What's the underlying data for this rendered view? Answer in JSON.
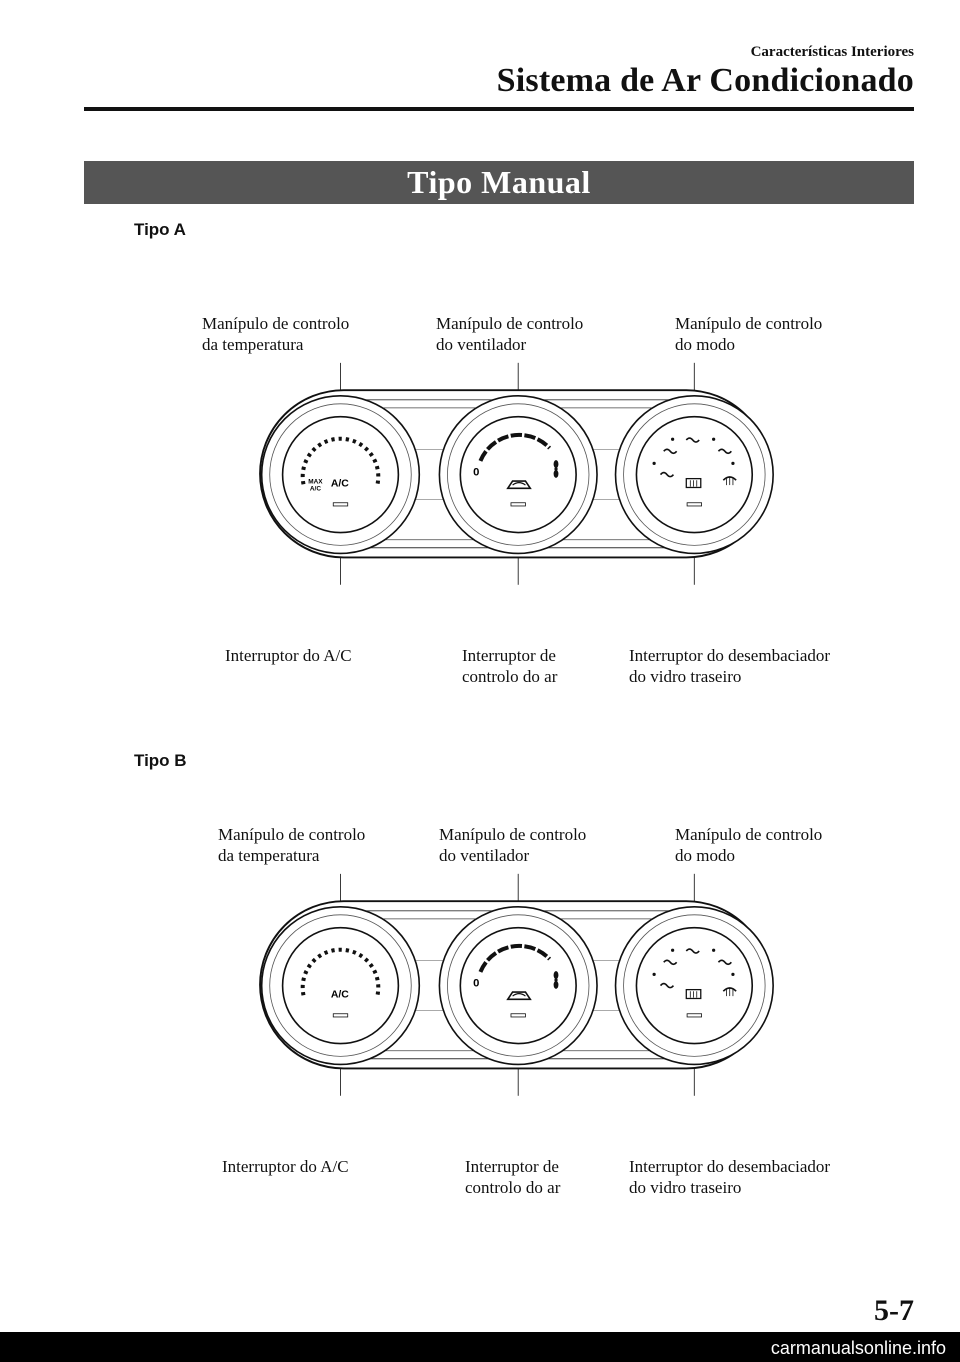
{
  "header": {
    "subtitle": "Características Interiores",
    "title": "Sistema de Ar Condicionado"
  },
  "section_banner": "Tipo Manual",
  "variants": [
    {
      "name": "Tipo A",
      "top_labels": [
        [
          "Manípulo de controlo",
          "da temperatura"
        ],
        [
          "Manípulo de controlo",
          "do ventilador"
        ],
        [
          "Manípulo de controlo",
          "do modo"
        ]
      ],
      "bottom_labels": [
        [
          "Interruptor do A/C"
        ],
        [
          "Interruptor de",
          "controlo do ar"
        ],
        [
          "Interruptor do desembaciador",
          "do vidro traseiro"
        ]
      ],
      "dial_text": {
        "max": "MAX",
        "max_ac": "A/C",
        "ac": "A/C",
        "fan_zero": "0"
      }
    },
    {
      "name": "Tipo B",
      "top_labels": [
        [
          "Manípulo de controlo",
          "da temperatura"
        ],
        [
          "Manípulo de controlo",
          "do ventilador"
        ],
        [
          "Manípulo de controlo",
          "do modo"
        ]
      ],
      "bottom_labels": [
        [
          "Interruptor do A/C"
        ],
        [
          "Interruptor de",
          "controlo do ar"
        ],
        [
          "Interruptor do desembaciador",
          "do vidro traseiro"
        ]
      ],
      "dial_text": {
        "ac": "A/C",
        "fan_zero": "0"
      }
    }
  ],
  "page_number": "5-7",
  "footer": "carmanualsonline.info"
}
